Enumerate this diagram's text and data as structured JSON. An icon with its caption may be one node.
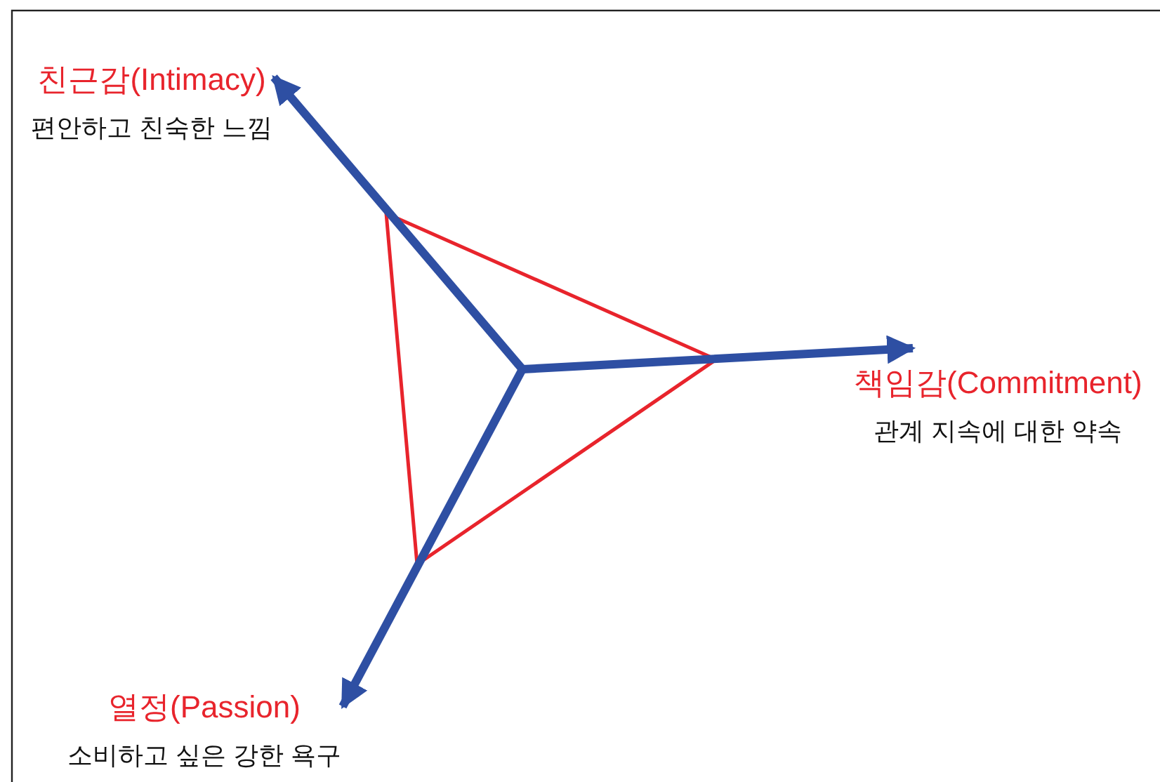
{
  "diagram": {
    "nodes": [
      {
        "text": [
          "친근감(Intimacy)",
          "편안하고 친숙한 느낌"
        ]
      },
      {
        "text": [
          "책임감(Commitment)",
          "관계 지속에 대한 약속"
        ]
      },
      {
        "text": [
          "열정(Passion)",
          "소비하고 싶은 강한 욕구"
        ]
      }
    ],
    "edges": [
      {
        "from": null,
        "to": 0,
        "arrow": "to"
      },
      {
        "from": null,
        "to": 1,
        "arrow": "to"
      },
      {
        "from": null,
        "to": 2,
        "arrow": "to"
      }
    ]
  }
}
